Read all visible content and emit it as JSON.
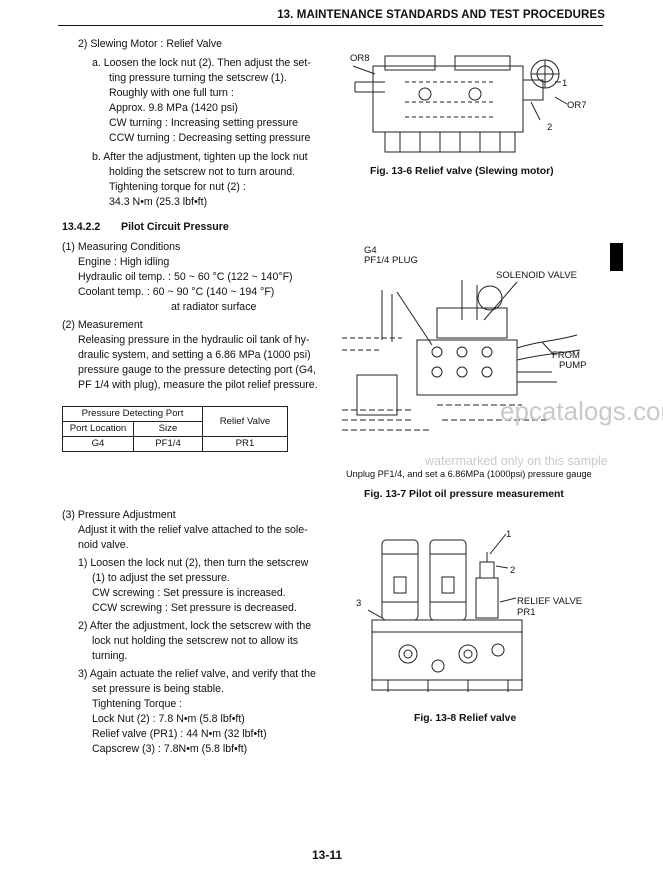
{
  "header": {
    "title": "13. MAINTENANCE STANDARDS AND TEST PROCEDURES"
  },
  "left": {
    "slew_title": "2) Slewing Motor : Relief Valve",
    "slew_a": [
      "a.   Loosen the lock nut (2). Then adjust the set-",
      "ting pressure turning the setscrew (1).",
      "Roughly with one full turn :",
      "Approx. 9.8 MPa (1420 psi)",
      "CW turning : Increasing setting pressure",
      "CCW turning : Decreasing setting pressure"
    ],
    "slew_b": [
      "b.   After the adjustment, tighten up the lock nut",
      "holding the setscrew not to turn around.",
      "Tightening torque for nut (2) :",
      "34.3 N•m (25.3 lbf•ft)"
    ],
    "section_number": "13.4.2.2",
    "section_title": "Pilot Circuit Pressure",
    "measuring": [
      "(1)  Measuring Conditions",
      "Engine : High idling",
      "Hydraulic oil temp. : 50 ~ 60 °C (122 ~ 140°F)",
      "Coolant temp. : 60 ~ 90 °C (140 ~ 194 °F)",
      "at radiator surface"
    ],
    "measurement": [
      "(2)  Measurement",
      "Releasing pressure in the hydraulic oil tank of hy-",
      "draulic system, and setting a 6.86 MPa (1000 psi)",
      "pressure gauge to the pressure detecting port (G4,",
      "PF 1/4 with plug), measure the pilot relief pressure."
    ],
    "table": {
      "h_port": "Pressure Detecting Port",
      "h_relief": "Relief Valve",
      "h_location": "Port Location",
      "h_size": "Size",
      "row": [
        "G4",
        "PF1/4",
        "PR1"
      ]
    },
    "adjust": [
      "(3)  Pressure Adjustment",
      "Adjust it with the relief valve attached to the sole-",
      "noid valve."
    ],
    "steps": [
      "1) Loosen the lock nut (2), then turn the setscrew",
      "(1) to adjust the set pressure.",
      "CW screwing : Set pressure is increased.",
      "CCW screwing : Set pressure is decreased.",
      "2) After the adjustment, lock the setscrew with the",
      "lock nut holding the setscrew not to allow its",
      "turning.",
      "3) Again actuate the relief valve, and verify that the",
      "set pressure is being stable.",
      "Tightening Torque :",
      "Lock Nut (2) : 7.8 N•m (5.8 lbf•ft)",
      "Relief valve (PR1) : 44 N•m (32 lbf•ft)",
      "Capscrew (3) : 7.8N•m (5.8 lbf•ft)"
    ]
  },
  "fig6": {
    "or8": "OR8",
    "n1": "1",
    "n2": "2",
    "or7": "OR7",
    "caption": "Fig. 13-6 Relief valve (Slewing motor)"
  },
  "fig7": {
    "g4": "G4",
    "plug": "PF1/4 PLUG",
    "solenoid": "SOLENOID VALVE",
    "from": "FROM",
    "pump": "PUMP",
    "note": "Unplug PF1/4, and set a 6.86MPa (1000psi) pressure gauge",
    "caption": "Fig. 13-7 Pilot oil pressure measurement"
  },
  "fig8": {
    "n1": "1",
    "n2": "2",
    "n3": "3",
    "relief": "RELIEF VALVE",
    "pr1": "PR1",
    "caption": "Fig. 13-8 Relief valve"
  },
  "watermark": {
    "site": "epcatalogs.com",
    "text": "watermarked only on this sample"
  },
  "page_number": "13-11"
}
